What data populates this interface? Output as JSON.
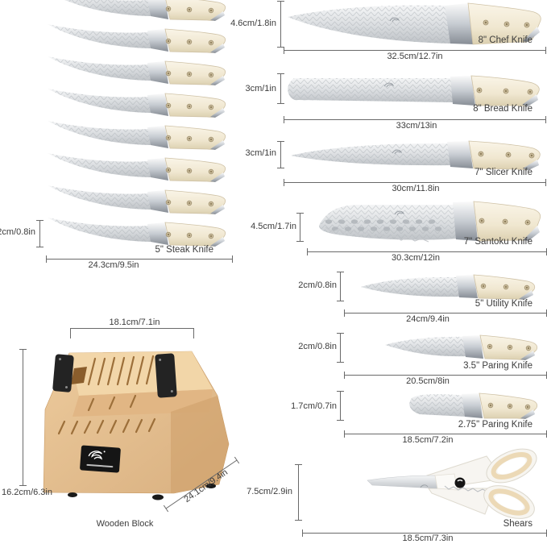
{
  "steak": {
    "count": 8,
    "height": "2cm/0.8in",
    "name": "5\" Steak Knife",
    "length": "24.3cm/9.5in"
  },
  "knives": [
    {
      "height": "4.6cm/1.8in",
      "name": "8\" Chef Knife",
      "length": "32.5cm/12.7in"
    },
    {
      "height": "3cm/1in",
      "name": "8\" Bread Knife",
      "length": "33cm/13in"
    },
    {
      "height": "3cm/1in",
      "name": "7\" Slicer Knife",
      "length": "30cm/11.8in"
    },
    {
      "height": "4.5cm/1.7in",
      "name": "7\" Santoku Knife",
      "length": "30.3cm/12in"
    },
    {
      "height": "2cm/0.8in",
      "name": "5\" Utility Knife",
      "length": "24cm/9.4in"
    },
    {
      "height": "2cm/0.8in",
      "name": "3.5\" Paring Knife",
      "length": "20.5cm/8in"
    },
    {
      "height": "1.7cm/0.7in",
      "name": "2.75\" Paring Knife",
      "length": "18.5cm/7.2in"
    },
    {
      "height": "7.5cm/2.9in",
      "name": "Shears",
      "length": "18.5cm/7.3in"
    }
  ],
  "block": {
    "width": "18.1cm/7.1in",
    "height": "16.2cm/6.3in",
    "depth": "24.1cm/9.4in",
    "label": "Wooden Block"
  },
  "colors": {
    "text": "#3c3c3c",
    "line": "#6a6a6a",
    "handle": "#f0e7d0",
    "blade": "#d7dadd",
    "wood": "#e5c094",
    "badge": "#151515",
    "shears_ring": "#ecd9b6"
  }
}
